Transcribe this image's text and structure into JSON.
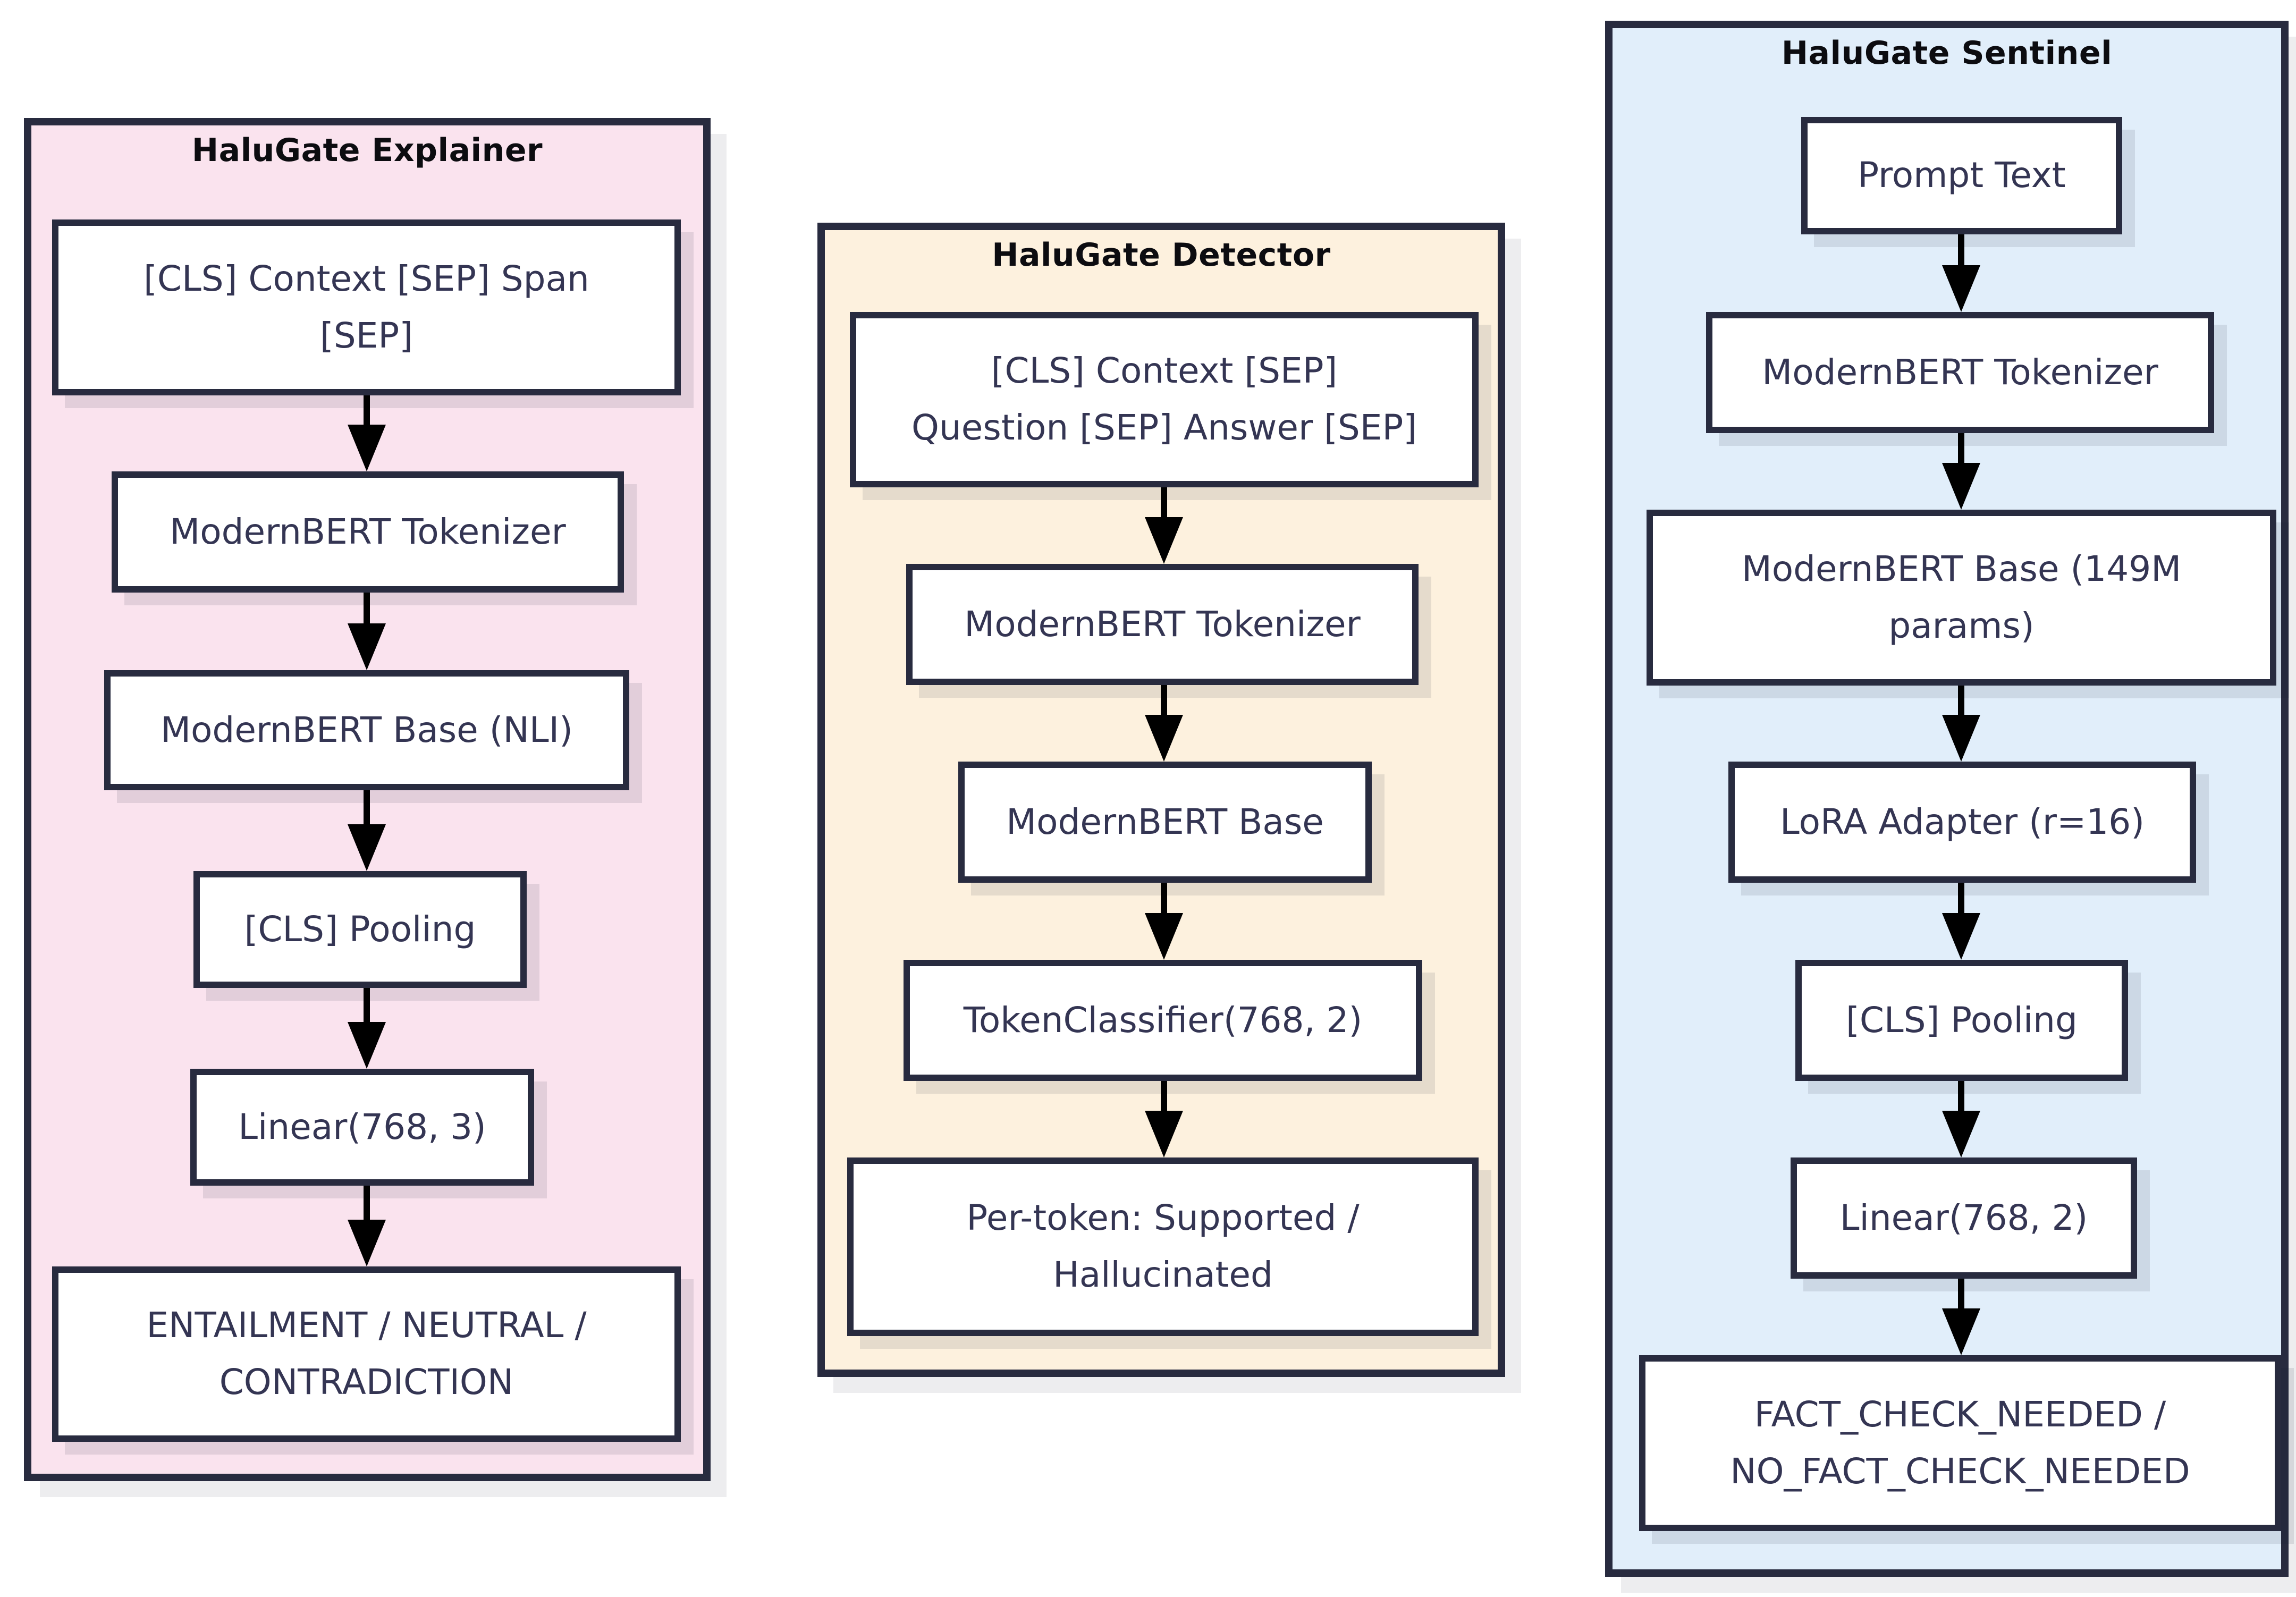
{
  "diagram": {
    "colors": {
      "page_background": "#ffffff",
      "border": "#282b3f",
      "node_fill": "#ffffff",
      "node_text": "#343553",
      "title_text": "#0c0c10",
      "arrow": "#000000",
      "explainer_fill": "#fae3ee",
      "detector_fill": "#fdf1de",
      "sentinel_fill": "#e1eefa"
    },
    "groups": [
      {
        "title": "HaluGate Explainer",
        "nodes": [
          {
            "label": "[CLS] Context [SEP] Span\n[SEP]"
          },
          {
            "label": "ModernBERT Tokenizer"
          },
          {
            "label": "ModernBERT Base (NLI)"
          },
          {
            "label": "[CLS] Pooling"
          },
          {
            "label": "Linear(768, 3)"
          },
          {
            "label": "ENTAILMENT / NEUTRAL /\nCONTRADICTION"
          }
        ]
      },
      {
        "title": "HaluGate Detector",
        "nodes": [
          {
            "label": "[CLS] Context [SEP]\nQuestion [SEP] Answer [SEP]"
          },
          {
            "label": "ModernBERT Tokenizer"
          },
          {
            "label": "ModernBERT Base"
          },
          {
            "label": "TokenClassifier(768, 2)"
          },
          {
            "label": "Per-token: Supported /\nHallucinated"
          }
        ]
      },
      {
        "title": "HaluGate Sentinel",
        "nodes": [
          {
            "label": "Prompt Text"
          },
          {
            "label": "ModernBERT Tokenizer"
          },
          {
            "label": "ModernBERT Base (149M\nparams)"
          },
          {
            "label": "LoRA Adapter (r=16)"
          },
          {
            "label": "[CLS] Pooling"
          },
          {
            "label": "Linear(768, 2)"
          },
          {
            "label": "FACT_CHECK_NEEDED /\nNO_FACT_CHECK_NEEDED"
          }
        ]
      }
    ]
  }
}
